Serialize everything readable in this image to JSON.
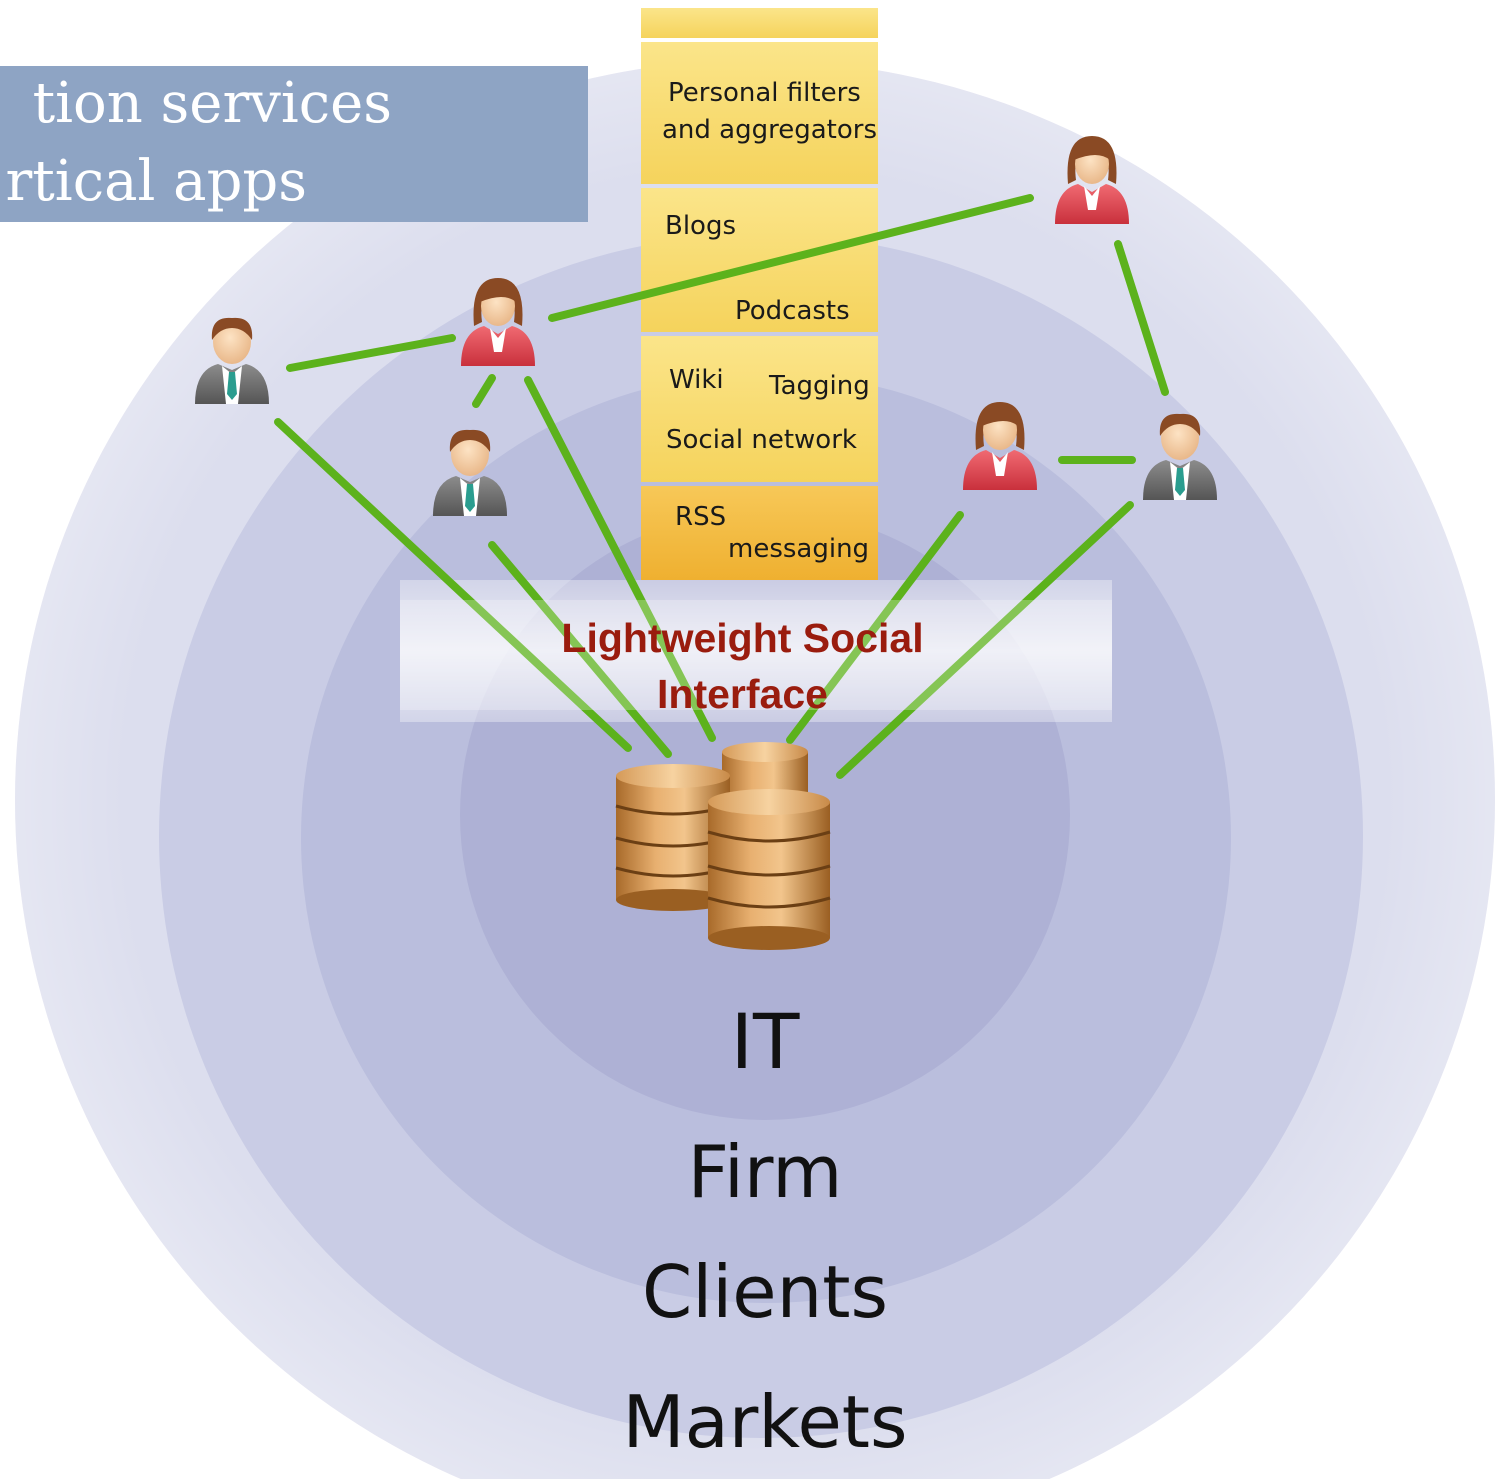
{
  "title_box": {
    "line1": "tion services",
    "line2": "rtical apps"
  },
  "stack": {
    "personal_filters": "Personal filters",
    "aggregators": "and aggregators",
    "blogs": "Blogs",
    "podcasts": "Podcasts",
    "wiki": "Wiki",
    "tagging": "Tagging",
    "social_network": "Social network",
    "rss": "RSS",
    "messaging": "messaging"
  },
  "interface": {
    "line1": "Lightweight Social",
    "line2": "Interface"
  },
  "rings": {
    "it": "IT",
    "firm": "Firm",
    "clients": "Clients",
    "markets": "Markets"
  },
  "colors": {
    "ring_outer": "#dcdeee",
    "ring_2": "#c9cce5",
    "ring_3": "#babedd",
    "ring_inner": "#aeb1d5",
    "title_box": "#8ea4c4",
    "stack_yellow": "#f6d765",
    "stack_orange": "#f2b73a",
    "connector_green": "#5cb21c",
    "interface_text": "#9a1c0e"
  },
  "icons": [
    "person-male-icon",
    "person-female-icon",
    "database-icon"
  ]
}
